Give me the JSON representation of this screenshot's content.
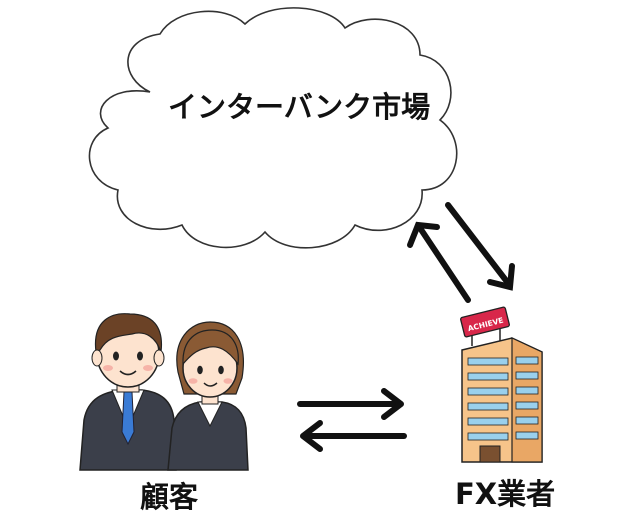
{
  "market": {
    "label": "インターバンク市場"
  },
  "customers": {
    "label": "顧客"
  },
  "dealer": {
    "label": "FX業者",
    "sign": "ACHIEVE"
  },
  "colors": {
    "line": "#111111",
    "suit": "#3b3f4a",
    "building": "#f6c48a",
    "sign": "#d8274a",
    "skin": "#fde3cf",
    "hair_man": "#6b4226",
    "hair_woman": "#8a5a34",
    "tie": "#3a7bd5"
  },
  "icons": [
    "cloud-icon",
    "businessman-icon",
    "businesswoman-icon",
    "office-building-icon",
    "exchange-arrows-icon"
  ]
}
